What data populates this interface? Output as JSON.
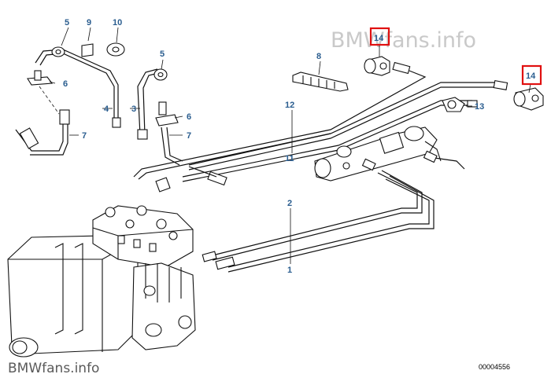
{
  "watermark": {
    "top": "BMWfans.info",
    "bottom": "BMWfans.info"
  },
  "diagram_number": "00004556",
  "callouts": [
    {
      "id": "label-5-left",
      "text": "5"
    },
    {
      "id": "label-9",
      "text": "9"
    },
    {
      "id": "label-10",
      "text": "10"
    },
    {
      "id": "label-6-left",
      "text": "6"
    },
    {
      "id": "label-4",
      "text": "4"
    },
    {
      "id": "label-7-left",
      "text": "7"
    },
    {
      "id": "label-5-mid",
      "text": "5"
    },
    {
      "id": "label-3",
      "text": "3"
    },
    {
      "id": "label-6-mid",
      "text": "6"
    },
    {
      "id": "label-7-mid",
      "text": "7"
    },
    {
      "id": "label-8",
      "text": "8"
    },
    {
      "id": "label-12",
      "text": "12"
    },
    {
      "id": "label-11",
      "text": "11"
    },
    {
      "id": "label-2",
      "text": "2"
    },
    {
      "id": "label-1",
      "text": "1"
    },
    {
      "id": "label-13",
      "text": "13"
    },
    {
      "id": "label-14-top",
      "text": "14"
    },
    {
      "id": "label-14-right",
      "text": "14"
    }
  ],
  "highlighted_parts": [
    "14"
  ]
}
